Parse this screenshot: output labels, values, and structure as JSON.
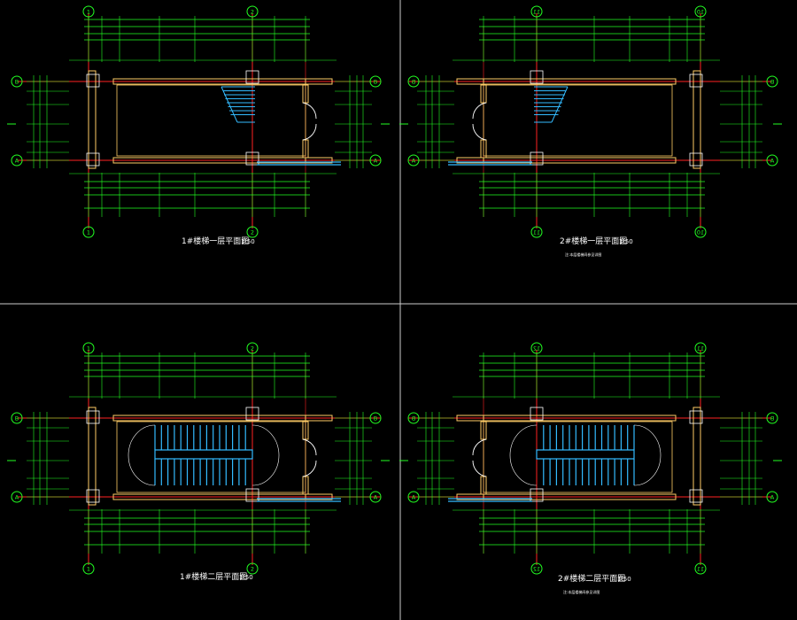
{
  "colors": {
    "background": "#000000",
    "dimension": "#22ff22",
    "axis": "#ff2222",
    "wall": "#ffcc66",
    "stair": "#33bbff",
    "door": "#ffffff",
    "divider": "#cccccc"
  },
  "drawings": [
    {
      "title": "1#楼梯一层平面图",
      "scale": "1:50",
      "subtitle": "",
      "left_axis": "1",
      "right_axis": "2",
      "bottom_axis": "A",
      "top_axis": "B",
      "room_label": "",
      "stair_label": ""
    },
    {
      "title": "2#楼梯一层平面图",
      "scale": "1:50",
      "subtitle": "注:本层楼梯间参见详图",
      "left_axis": "10",
      "right_axis": "11",
      "bottom_axis": "A",
      "top_axis": "B",
      "room_label": "",
      "stair_label": ""
    },
    {
      "title": "1#楼梯二层平面图",
      "scale": "1:50",
      "subtitle": "",
      "left_axis": "1",
      "right_axis": "2",
      "bottom_axis": "A",
      "top_axis": "B",
      "room_label": "",
      "stair_label": ""
    },
    {
      "title": "2#楼梯二层平面图",
      "scale": "1:50",
      "subtitle": "注:本层楼梯间参见详图",
      "left_axis": "11",
      "right_axis": "12",
      "bottom_axis": "A",
      "top_axis": "B",
      "room_label": "",
      "stair_label": ""
    }
  ]
}
